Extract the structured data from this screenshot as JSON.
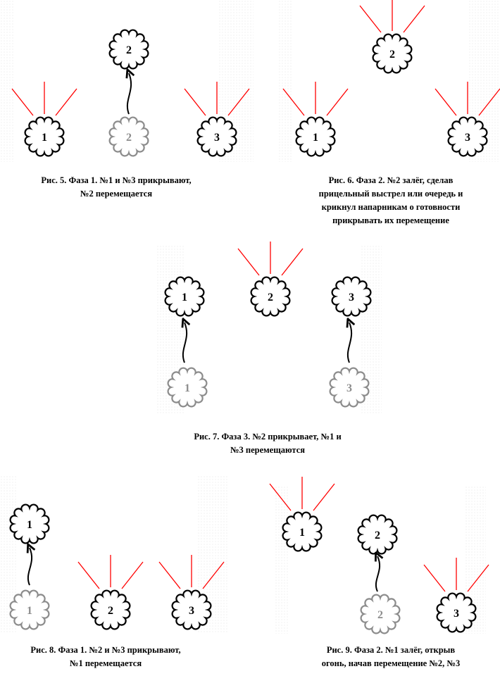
{
  "figures": [
    {
      "caption": "Рис. 5. Фаза 1. №1 и №3 прикрывают,\n№2 перемещается",
      "soldiers": [
        {
          "label": "1",
          "state": "covering"
        },
        {
          "label": "2",
          "state": "moved"
        },
        {
          "label": "2",
          "state": "ghost"
        },
        {
          "label": "3",
          "state": "covering"
        }
      ]
    },
    {
      "caption": "Рис. 6. Фаза 2. №2 залёг, сделав\nприцельный выстрел или очередь и\nкрикнул напарникам о готовности\nприкрывать их перемещение",
      "soldiers": [
        {
          "label": "2",
          "state": "covering"
        },
        {
          "label": "1",
          "state": "covering"
        },
        {
          "label": "3",
          "state": "covering"
        }
      ]
    },
    {
      "caption": "Рис. 7. Фаза 3. №2 прикрывает, №1 и\n№3 перемещаются",
      "soldiers": [
        {
          "label": "1",
          "state": "moved"
        },
        {
          "label": "2",
          "state": "covering"
        },
        {
          "label": "3",
          "state": "moved"
        },
        {
          "label": "1",
          "state": "ghost"
        },
        {
          "label": "3",
          "state": "ghost"
        }
      ]
    },
    {
      "caption": "Рис. 8. Фаза 1. №2 и №3 прикрывают,\n№1 перемещается",
      "soldiers": [
        {
          "label": "1",
          "state": "moved"
        },
        {
          "label": "1",
          "state": "ghost"
        },
        {
          "label": "2",
          "state": "covering"
        },
        {
          "label": "3",
          "state": "covering"
        }
      ]
    },
    {
      "caption": "Рис. 9. Фаза 2. №1 залёг, открыв\nогонь, начав перемещение №2, №3",
      "soldiers": [
        {
          "label": "1",
          "state": "covering"
        },
        {
          "label": "2",
          "state": "moved"
        },
        {
          "label": "2",
          "state": "ghost"
        },
        {
          "label": "3",
          "state": "covering"
        }
      ]
    }
  ],
  "colors": {
    "outline": "#000000",
    "ghost": "#8c8c8c",
    "fire_lines": "#ff0000"
  }
}
